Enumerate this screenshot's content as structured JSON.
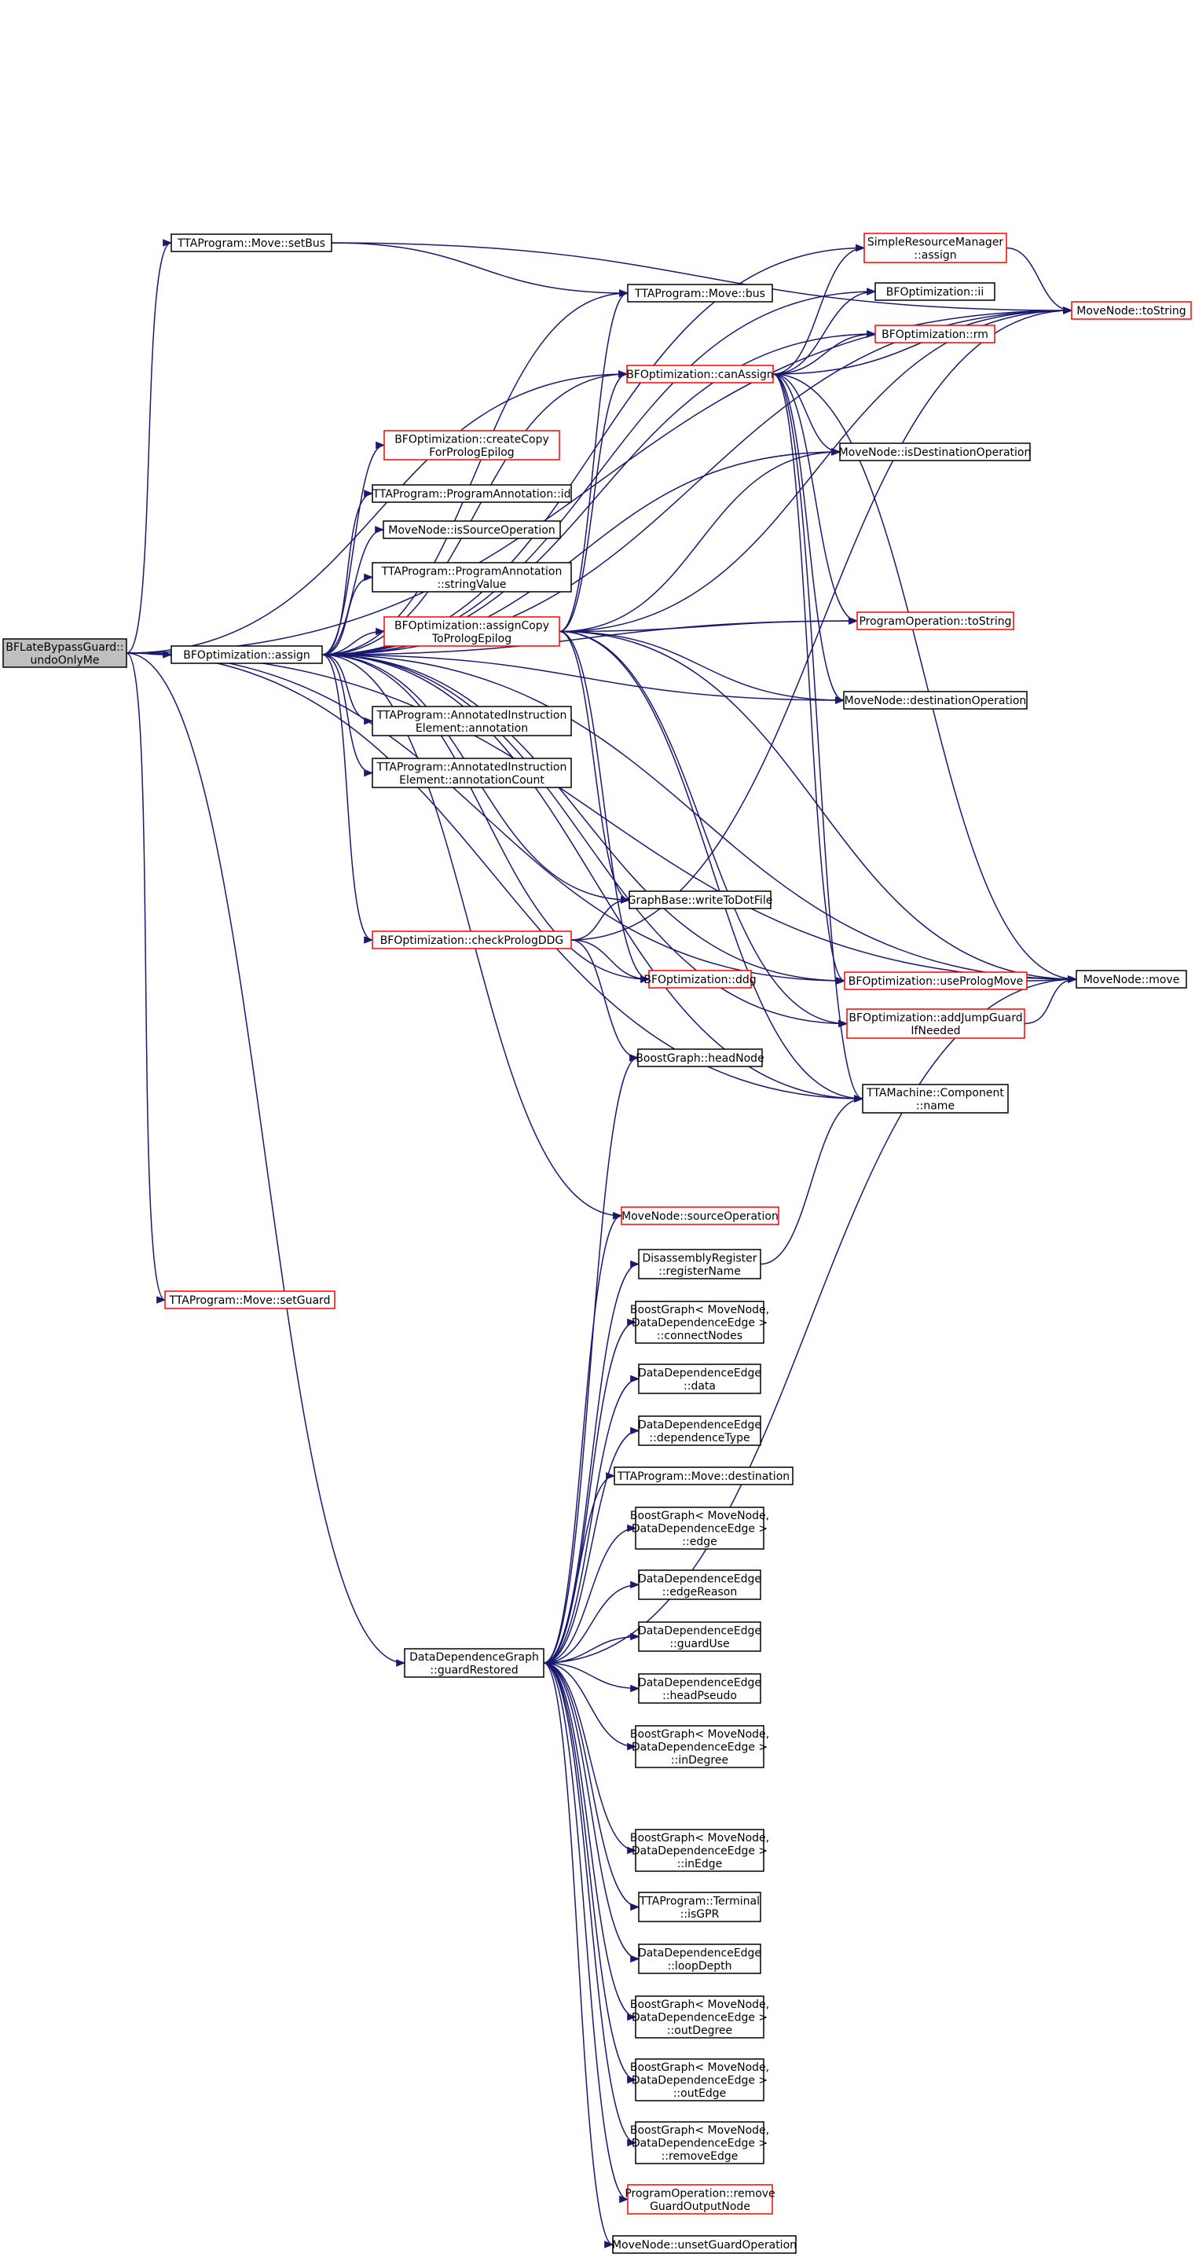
{
  "diagram": {
    "colors": {
      "edge": "#191970",
      "link_border": "#ff0000",
      "node_border": "#000000",
      "root_fill": "#bfbfbf"
    },
    "nodes": [
      {
        "id": "root",
        "lines": [
          "BFLateBypassGuard::",
          "undoOnlyMe"
        ],
        "style": "root"
      },
      {
        "id": "setBus",
        "lines": [
          "TTAProgram::Move::setBus"
        ],
        "style": "normal"
      },
      {
        "id": "assign",
        "lines": [
          "BFOptimization::assign"
        ],
        "style": "normal"
      },
      {
        "id": "setGuard",
        "lines": [
          "TTAProgram::Move::setGuard"
        ],
        "style": "red"
      },
      {
        "id": "guardRestored",
        "lines": [
          "DataDependenceGraph",
          "::guardRestored"
        ],
        "style": "normal"
      },
      {
        "id": "createCopy",
        "lines": [
          "BFOptimization::createCopy",
          "ForPrologEpilog"
        ],
        "style": "red"
      },
      {
        "id": "annotId",
        "lines": [
          "TTAProgram::ProgramAnnotation::id"
        ],
        "style": "normal"
      },
      {
        "id": "isSourceOp",
        "lines": [
          "MoveNode::isSourceOperation"
        ],
        "style": "normal"
      },
      {
        "id": "stringValue",
        "lines": [
          "TTAProgram::ProgramAnnotation",
          "::stringValue"
        ],
        "style": "normal"
      },
      {
        "id": "assignCopy",
        "lines": [
          "BFOptimization::assignCopy",
          "ToPrologEpilog"
        ],
        "style": "red"
      },
      {
        "id": "annotation",
        "lines": [
          "TTAProgram::AnnotatedInstruction",
          "Element::annotation"
        ],
        "style": "normal"
      },
      {
        "id": "annotationCount",
        "lines": [
          "TTAProgram::AnnotatedInstruction",
          "Element::annotationCount"
        ],
        "style": "normal"
      },
      {
        "id": "checkPrologDDG",
        "lines": [
          "BFOptimization::checkPrologDDG"
        ],
        "style": "red"
      },
      {
        "id": "moveBus",
        "lines": [
          "TTAProgram::Move::bus"
        ],
        "style": "normal"
      },
      {
        "id": "canAssign",
        "lines": [
          "BFOptimization::canAssign"
        ],
        "style": "red"
      },
      {
        "id": "writeToDotFile",
        "lines": [
          "GraphBase::writeToDotFile"
        ],
        "style": "normal"
      },
      {
        "id": "ddg",
        "lines": [
          "BFOptimization::ddg"
        ],
        "style": "red"
      },
      {
        "id": "headNode",
        "lines": [
          "BoostGraph::headNode"
        ],
        "style": "normal"
      },
      {
        "id": "sourceOperation",
        "lines": [
          "MoveNode::sourceOperation"
        ],
        "style": "red"
      },
      {
        "id": "registerName",
        "lines": [
          "DisassemblyRegister",
          "::registerName"
        ],
        "style": "normal"
      },
      {
        "id": "connectNodes",
        "lines": [
          "BoostGraph< MoveNode,",
          "DataDependenceEdge >",
          "::connectNodes"
        ],
        "style": "normal"
      },
      {
        "id": "edgeData",
        "lines": [
          "DataDependenceEdge",
          "::data"
        ],
        "style": "normal"
      },
      {
        "id": "dependenceType",
        "lines": [
          "DataDependenceEdge",
          "::dependenceType"
        ],
        "style": "normal"
      },
      {
        "id": "moveDestination",
        "lines": [
          "TTAProgram::Move::destination"
        ],
        "style": "normal"
      },
      {
        "id": "bgEdge",
        "lines": [
          "BoostGraph< MoveNode,",
          "DataDependenceEdge >",
          "::edge"
        ],
        "style": "normal"
      },
      {
        "id": "edgeReason",
        "lines": [
          "DataDependenceEdge",
          "::edgeReason"
        ],
        "style": "normal"
      },
      {
        "id": "guardUse",
        "lines": [
          "DataDependenceEdge",
          "::guardUse"
        ],
        "style": "normal"
      },
      {
        "id": "headPseudo",
        "lines": [
          "DataDependenceEdge",
          "::headPseudo"
        ],
        "style": "normal"
      },
      {
        "id": "inDegree",
        "lines": [
          "BoostGraph< MoveNode,",
          "DataDependenceEdge >",
          "::inDegree"
        ],
        "style": "normal"
      },
      {
        "id": "inEdge",
        "lines": [
          "BoostGraph< MoveNode,",
          "DataDependenceEdge >",
          "::inEdge"
        ],
        "style": "normal"
      },
      {
        "id": "isGPR",
        "lines": [
          "TTAProgram::Terminal",
          "::isGPR"
        ],
        "style": "normal"
      },
      {
        "id": "loopDepth",
        "lines": [
          "DataDependenceEdge",
          "::loopDepth"
        ],
        "style": "normal"
      },
      {
        "id": "outDegree",
        "lines": [
          "BoostGraph< MoveNode,",
          "DataDependenceEdge >",
          "::outDegree"
        ],
        "style": "normal"
      },
      {
        "id": "outEdge",
        "lines": [
          "BoostGraph< MoveNode,",
          "DataDependenceEdge >",
          "::outEdge"
        ],
        "style": "normal"
      },
      {
        "id": "removeEdge",
        "lines": [
          "BoostGraph< MoveNode,",
          "DataDependenceEdge >",
          "::removeEdge"
        ],
        "style": "normal"
      },
      {
        "id": "removeGuard",
        "lines": [
          "ProgramOperation::remove",
          "GuardOutputNode"
        ],
        "style": "red"
      },
      {
        "id": "unsetGuard",
        "lines": [
          "MoveNode::unsetGuardOperation"
        ],
        "style": "normal"
      },
      {
        "id": "srmAssign",
        "lines": [
          "SimpleResourceManager",
          "::assign"
        ],
        "style": "red"
      },
      {
        "id": "ii",
        "lines": [
          "BFOptimization::ii"
        ],
        "style": "normal"
      },
      {
        "id": "rm",
        "lines": [
          "BFOptimization::rm"
        ],
        "style": "red"
      },
      {
        "id": "isDestOp",
        "lines": [
          "MoveNode::isDestinationOperation"
        ],
        "style": "normal"
      },
      {
        "id": "poToString",
        "lines": [
          "ProgramOperation::toString"
        ],
        "style": "red"
      },
      {
        "id": "destOperation",
        "lines": [
          "MoveNode::destinationOperation"
        ],
        "style": "normal"
      },
      {
        "id": "usePrologMove",
        "lines": [
          "BFOptimization::usePrologMove"
        ],
        "style": "red"
      },
      {
        "id": "addJumpGuard",
        "lines": [
          "BFOptimization::addJumpGuard",
          "IfNeeded"
        ],
        "style": "red"
      },
      {
        "id": "componentName",
        "lines": [
          "TTAMachine::Component",
          "::name"
        ],
        "style": "normal"
      },
      {
        "id": "mnToString",
        "lines": [
          "MoveNode::toString"
        ],
        "style": "red"
      },
      {
        "id": "mnMove",
        "lines": [
          "MoveNode::move"
        ],
        "style": "normal"
      }
    ]
  }
}
